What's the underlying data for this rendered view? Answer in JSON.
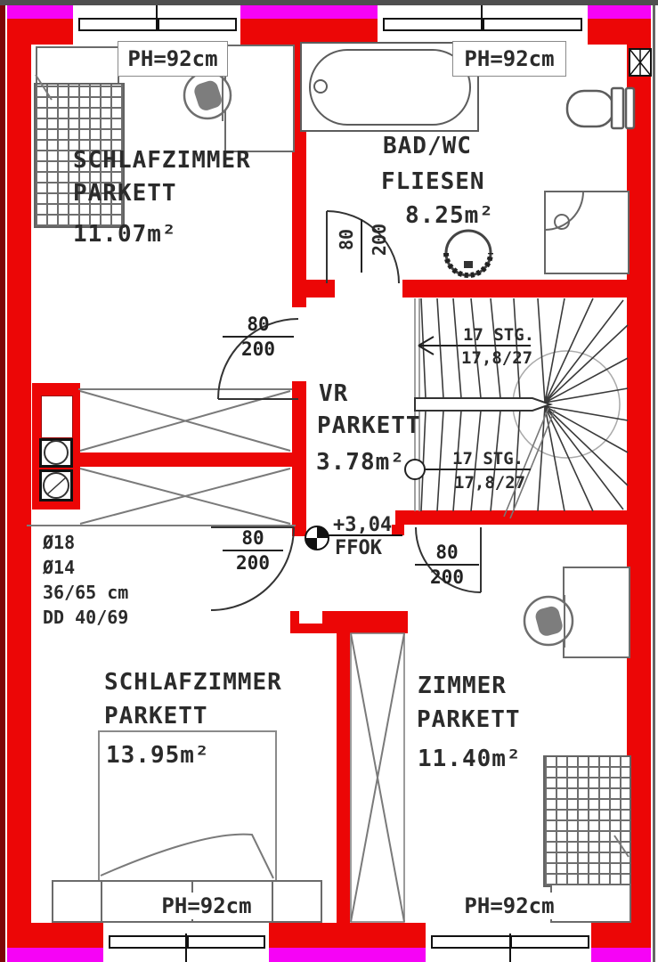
{
  "rooms": [
    {
      "name": "SCHLAFZIMMER",
      "floor": "PARKETT",
      "area": "11.07m²"
    },
    {
      "name": "BAD/WC",
      "floor": "FLIESEN",
      "area": "8.25m²"
    },
    {
      "name": "VR",
      "floor": "PARKETT",
      "area": "3.78m²"
    },
    {
      "name": "SCHLAFZIMMER",
      "floor": "PARKETT",
      "area": "13.95m²"
    },
    {
      "name": "ZIMMER",
      "floor": "PARKETT",
      "area": "11.40m²"
    }
  ],
  "doors": {
    "width": "80",
    "height": "200"
  },
  "windows": {
    "parapet": "PH=92cm"
  },
  "stairs": {
    "steps": "17 STG.",
    "rise_run": "17,8/27"
  },
  "level": {
    "value": "+3,04",
    "datum": "FFOK"
  },
  "chimney": {
    "labels": [
      "Ø18",
      "Ø14",
      "36/65 cm",
      "DD 40/69"
    ]
  },
  "colors": {
    "wall": "#ec0606",
    "exterior_band": "#f603f6",
    "lines": "#2b2b2b"
  }
}
